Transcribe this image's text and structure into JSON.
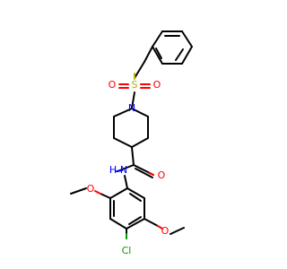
{
  "molecule": {
    "atoms": {
      "S": "S",
      "O1": "O",
      "O2": "O",
      "N1": "N",
      "O_amide": "O",
      "NH": "N",
      "H": "H",
      "O_left": "O",
      "O_right": "O",
      "Cl": "Cl"
    },
    "colors": {
      "carbon_bond": "#000000",
      "sulfur": "#b3b300",
      "oxygen": "#ff0000",
      "nitrogen": "#0000ff",
      "chlorine": "#00a000"
    }
  }
}
